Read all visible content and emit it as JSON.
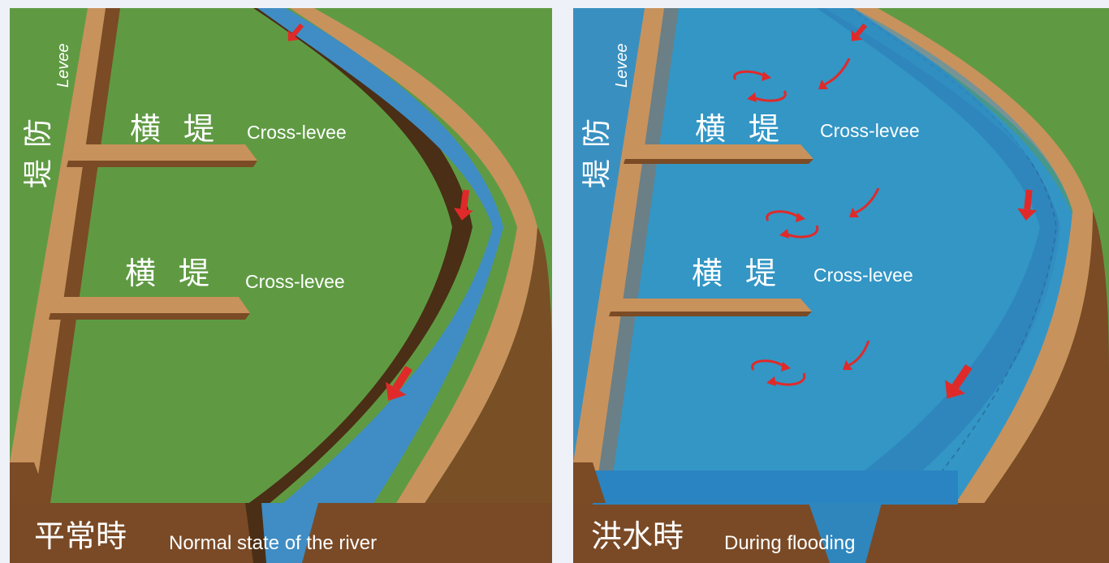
{
  "colors": {
    "grass": "#5f9a43",
    "levee_top": "#c8925d",
    "levee_side": "#7a4b25",
    "soil": "#7a4a26",
    "river": "#3f8dc4",
    "flood": "#3396c5",
    "arrow": "#e02a2a"
  },
  "panels": [
    {
      "id": "normal",
      "levee": {
        "jp": "堤防",
        "en": "Levee"
      },
      "cross_levees": [
        {
          "jp": "横堤",
          "en": "Cross-levee"
        },
        {
          "jp": "横堤",
          "en": "Cross-levee"
        }
      ],
      "caption": {
        "jp": "平常時",
        "en": "Normal state of the river"
      }
    },
    {
      "id": "flood",
      "levee": {
        "jp": "堤防",
        "en": "Levee"
      },
      "cross_levees": [
        {
          "jp": "横堤",
          "en": "Cross-levee"
        },
        {
          "jp": "横堤",
          "en": "Cross-levee"
        }
      ],
      "caption": {
        "jp": "洪水時",
        "en": "During flooding"
      }
    }
  ],
  "icons": {
    "flow_arrow": "flow-arrow-icon",
    "eddy": "eddy-icon"
  }
}
